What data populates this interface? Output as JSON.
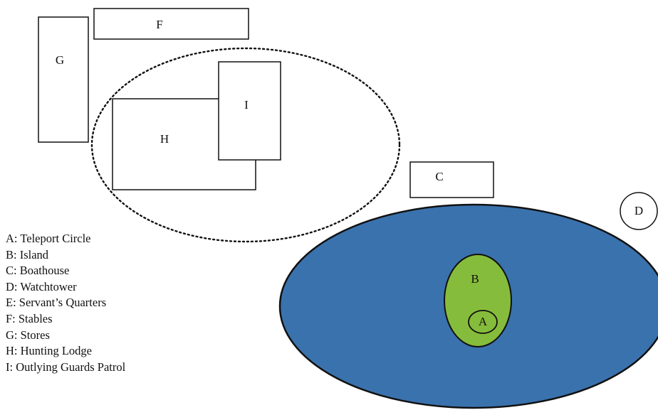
{
  "colors": {
    "lake": "#3a72ad",
    "island": "#86bc3b",
    "outline": "#111111",
    "background": "#ffffff"
  },
  "map_labels": {
    "A": "A",
    "B": "B",
    "C": "C",
    "D": "D",
    "F": "F",
    "G": "G",
    "H": "H",
    "I": "I"
  },
  "legend": {
    "items": [
      "A: Teleport Circle",
      "B: Island",
      "C: Boathouse",
      "D: Watchtower",
      "E: Servant’s Quarters",
      "F: Stables",
      "G: Stores",
      "H: Hunting Lodge",
      "I: Outlying Guards Patrol"
    ]
  }
}
